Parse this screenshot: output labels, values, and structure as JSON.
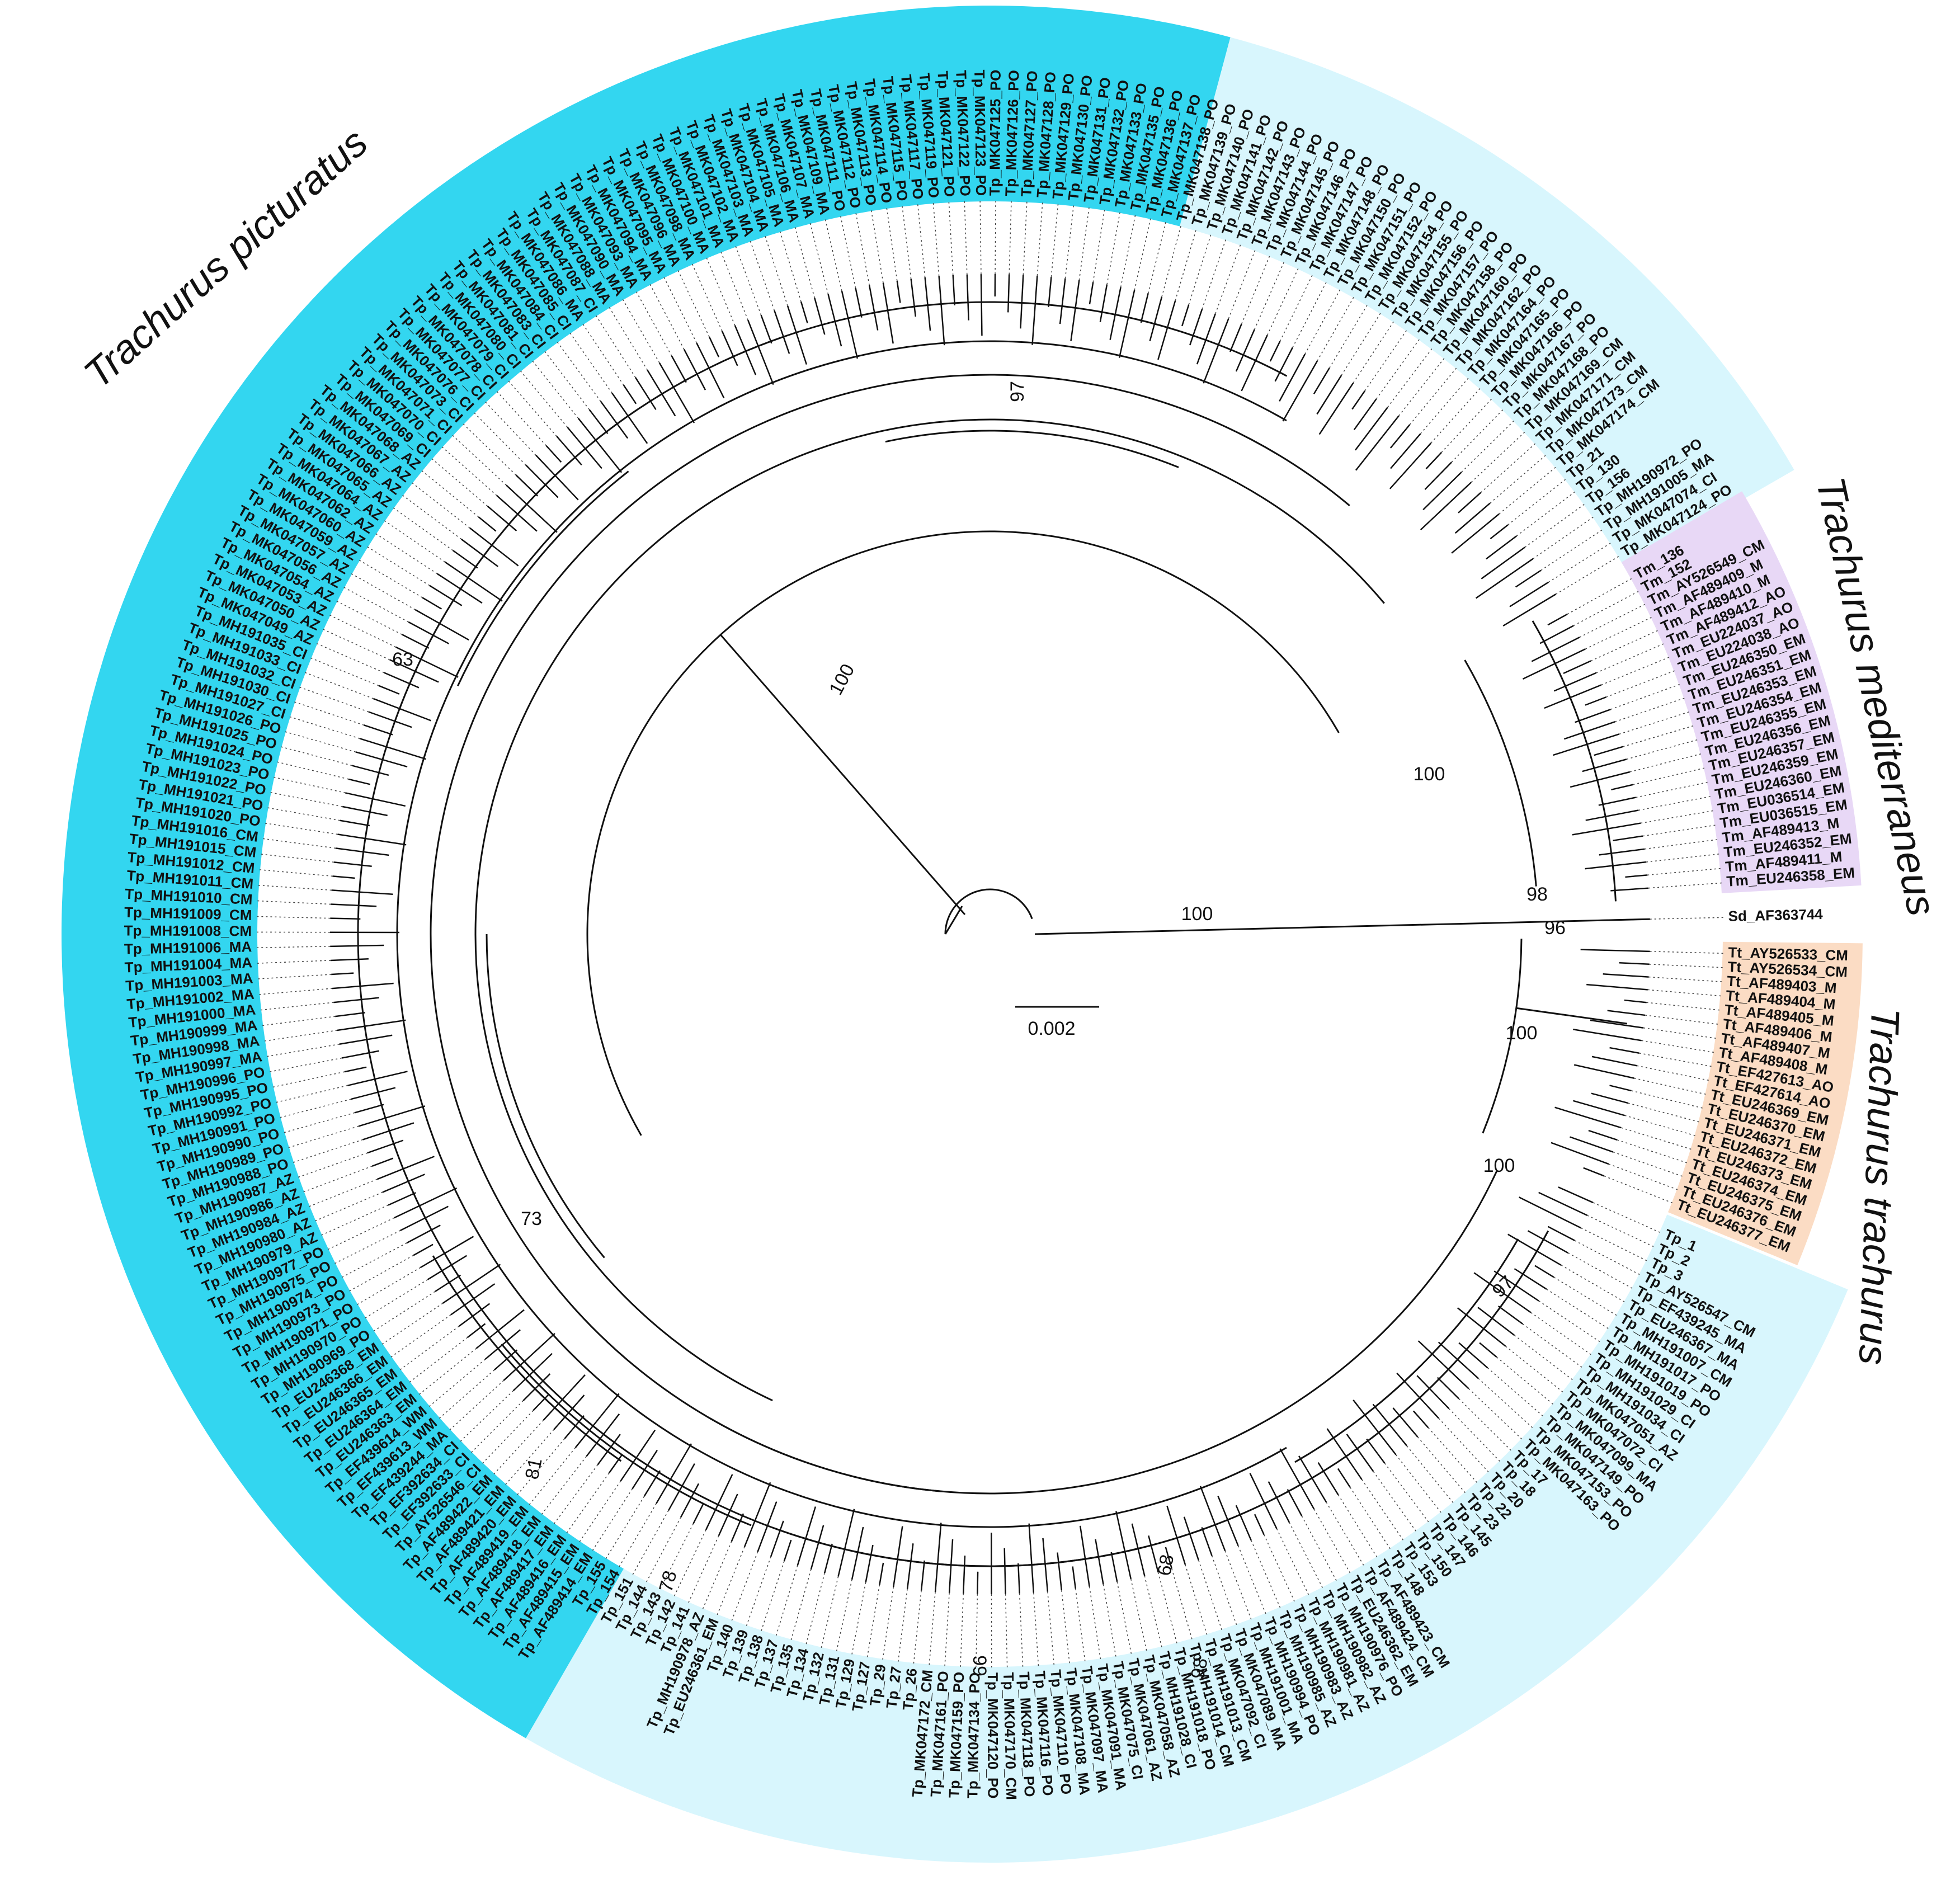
{
  "chart_data": {
    "type": "circular-phylogenetic-tree",
    "clades": [
      {
        "name": "Trachurus picturatus",
        "color": "#33d6f0",
        "light_color": "#d8f6fd"
      },
      {
        "name": "Trachurus mediterraneus",
        "color": "#e8d8f6"
      },
      {
        "name": "Trachurus trachurus",
        "color": "#fbdcc4"
      }
    ],
    "scale_bar": {
      "label": "0.002"
    },
    "bootstrap_values": [
      "100",
      "100",
      "100",
      "100",
      "100",
      "100",
      "97",
      "97",
      "98",
      "96",
      "98",
      "63",
      "73",
      "81",
      "78",
      "68",
      "99"
    ],
    "outgroup": "Sd_AF363744",
    "tm_labels": [
      "Tm_136",
      "Tm_152",
      "Tm_AY526549_CM",
      "Tm_AF489409_M",
      "Tm_AF489410_M",
      "Tm_AF489412_AO",
      "Tm_EU224037_AO",
      "Tm_EU224038_AO",
      "Tm_EU246350_EM",
      "Tm_EU246351_EM",
      "Tm_EU246353_EM",
      "Tm_EU246354_EM",
      "Tm_EU246355_EM",
      "Tm_EU246356_EM",
      "Tm_EU246357_EM",
      "Tm_EU246359_EM",
      "Tm_EU246360_EM",
      "Tm_EU036514_EM",
      "Tm_EU036515_EM",
      "Tm_AF489413_M",
      "Tm_EU246352_EM",
      "Tm_AF489411_M",
      "Tm_EU246358_EM"
    ],
    "tt_labels": [
      "Tt_AY526533_CM",
      "Tt_AY526534_CM",
      "Tt_AF489403_M",
      "Tt_AF489404_M",
      "Tt_AF489405_M",
      "Tt_AF489406_M",
      "Tt_AF489407_M",
      "Tt_AF489408_M",
      "Tt_EF427613_AO",
      "Tt_EF427614_AO",
      "Tt_EU246369_EM",
      "Tt_EU246370_EM",
      "Tt_EU246371_EM",
      "Tt_EU246372_EM",
      "Tt_EU246373_EM",
      "Tt_EU246374_EM",
      "Tt_EU246375_EM",
      "Tt_EU246376_EM",
      "Tt_EU246377_EM"
    ],
    "tp_labels": [
      "Tp_1",
      "Tp_2",
      "Tp_3",
      "Tp_AY526547_CM",
      "Tp_EF439245_MA",
      "Tp_EU246367_MA",
      "Tp_MH191007_CM",
      "Tp_MH191017_PO",
      "Tp_MH191019_PO",
      "Tp_MH191029_CI",
      "Tp_MH191034_CI",
      "Tp_MK047051_AZ",
      "Tp_MK047072_CI",
      "Tp_MK047099_MA",
      "Tp_MK047149_PO",
      "Tp_MK047153_PO",
      "Tp_MK047163_PO",
      "Tp_17",
      "Tp_18",
      "Tp_20",
      "Tp_22",
      "Tp_23",
      "Tp_145",
      "Tp_146",
      "Tp_147",
      "Tp_150",
      "Tp_153",
      "Tp_148",
      "Tp_AF489423_CM",
      "Tp_AF489424_CM",
      "Tp_EU246362_EM",
      "Tp_MH190976_PO",
      "Tp_MH190982_AZ",
      "Tp_MH190981_AZ",
      "Tp_MH190983_AZ",
      "Tp_MH190985_AZ",
      "Tp_MH190994_PO",
      "Tp_MH191001_MA",
      "Tp_MK047089_MA",
      "Tp_MK047092_CI",
      "Tp_MH191013_CM",
      "Tp_MH191014_CM",
      "Tp_MH191018_PO",
      "Tp_MH191028_CI",
      "Tp_MK047058_AZ",
      "Tp_MK047061_AZ",
      "Tp_MK047075_CI",
      "Tp_MK047091_MA",
      "Tp_MK047097_MA",
      "Tp_MK047108_MA",
      "Tp_MK047110_PO",
      "Tp_MK047116_PO",
      "Tp_MK047118_PO",
      "Tp_MK047170_CM",
      "Tp_MK047120_PO",
      "Tp_MK047134_PO",
      "Tp_MK047159_PO",
      "Tp_MK047161_PO",
      "Tp_MK047172_CM",
      "Tp_26",
      "Tp_27",
      "Tp_29",
      "Tp_127",
      "Tp_129",
      "Tp_131",
      "Tp_132",
      "Tp_134",
      "Tp_135",
      "Tp_137",
      "Tp_138",
      "Tp_139",
      "Tp_140",
      "Tp_EU246361_EM",
      "Tp_MH190978_AZ",
      "Tp_141",
      "Tp_142",
      "Tp_143",
      "Tp_144",
      "Tp_151",
      "Tp_154",
      "Tp_155",
      "Tp_AF489414_EM",
      "Tp_AF489415_EM",
      "Tp_AF489416_EM",
      "Tp_AF489417_EM",
      "Tp_AF489418_EM",
      "Tp_AF489419_EM",
      "Tp_AF489420_EM",
      "Tp_AF489421_EM",
      "Tp_AF489422_EM",
      "Tp_AY526546_CI",
      "Tp_EF392633_CI",
      "Tp_EF392634_CI",
      "Tp_EF439244_MA",
      "Tp_EF439613_WM",
      "Tp_EF439614_WM",
      "Tp_EU246363_EM",
      "Tp_EU246364_EM",
      "Tp_EU246365_EM",
      "Tp_EU246366_EM",
      "Tp_EU246368_EM",
      "Tp_MH190969_PO",
      "Tp_MH190970_PO",
      "Tp_MH190971_PO",
      "Tp_MH190973_PO",
      "Tp_MH190974_PO",
      "Tp_MH190975_PO",
      "Tp_MH190977_PO",
      "Tp_MH190979_AZ",
      "Tp_MH190980_AZ",
      "Tp_MH190984_AZ",
      "Tp_MH190986_AZ",
      "Tp_MH190987_AZ",
      "Tp_MH190988_PO",
      "Tp_MH190989_PO",
      "Tp_MH190990_PO",
      "Tp_MH190991_PO",
      "Tp_MH190992_PO",
      "Tp_MH190995_PO",
      "Tp_MH190996_PO",
      "Tp_MH190997_MA",
      "Tp_MH190998_MA",
      "Tp_MH190999_MA",
      "Tp_MH191000_MA",
      "Tp_MH191002_MA",
      "Tp_MH191003_MA",
      "Tp_MH191004_MA",
      "Tp_MH191006_MA",
      "Tp_MH191008_CM",
      "Tp_MH191009_CM",
      "Tp_MH191010_CM",
      "Tp_MH191011_CM",
      "Tp_MH191012_CM",
      "Tp_MH191015_CM",
      "Tp_MH191016_CM",
      "Tp_MH191020_PO",
      "Tp_MH191021_PO",
      "Tp_MH191022_PO",
      "Tp_MH191023_PO",
      "Tp_MH191024_PO",
      "Tp_MH191025_PO",
      "Tp_MH191026_PO",
      "Tp_MH191027_CI",
      "Tp_MH191030_CI",
      "Tp_MH191032_CI",
      "Tp_MH191033_CI",
      "Tp_MH191035_CI",
      "Tp_MK047049_AZ",
      "Tp_MK047050_AZ",
      "Tp_MK047053_AZ",
      "Tp_MK047054_AZ",
      "Tp_MK047056_AZ",
      "Tp_MK047057_AZ",
      "Tp_MK047059_AZ",
      "Tp_MK047060_AZ",
      "Tp_MK047062_AZ",
      "Tp_MK047064_AZ",
      "Tp_MK047065_AZ",
      "Tp_MK047066_AZ",
      "Tp_MK047067_AZ",
      "Tp_MK047068_AZ",
      "Tp_MK047069_CI",
      "Tp_MK047070_CI",
      "Tp_MK047071_CI",
      "Tp_MK047073_CI",
      "Tp_MK047076_CI",
      "Tp_MK047077_CI",
      "Tp_MK047078_CI",
      "Tp_MK047079_CI",
      "Tp_MK047080_CI",
      "Tp_MK047081_CI",
      "Tp_MK047083_CI",
      "Tp_MK047084_CI",
      "Tp_MK047085_CI",
      "Tp_MK047086_MA",
      "Tp_MK047087_CI",
      "Tp_MK047088_MA",
      "Tp_MK047090_MA",
      "Tp_MK047093_MA",
      "Tp_MK047094_MA",
      "Tp_MK047095_MA",
      "Tp_MK047096_MA",
      "Tp_MK047098_MA",
      "Tp_MK047100_MA",
      "Tp_MK047101_MA",
      "Tp_MK047102_MA",
      "Tp_MK047103_MA",
      "Tp_MK047104_MA",
      "Tp_MK047105_MA",
      "Tp_MK047106_MA",
      "Tp_MK047107_MA",
      "Tp_MK047109_MA",
      "Tp_MK047111_PO",
      "Tp_MK047112_PO",
      "Tp_MK047113_PO",
      "Tp_MK047114_PO",
      "Tp_MK047115_PO",
      "Tp_MK047117_PO",
      "Tp_MK047119_PO",
      "Tp_MK047121_PO",
      "Tp_MK047122_PO",
      "Tp_MK047123_PO",
      "Tp_MK047125_PO",
      "Tp_MK047126_PO",
      "Tp_MK047127_PO",
      "Tp_MK047128_PO",
      "Tp_MK047129_PO",
      "Tp_MK047130_PO",
      "Tp_MK047131_PO",
      "Tp_MK047132_PO",
      "Tp_MK047133_PO",
      "Tp_MK047135_PO",
      "Tp_MK047136_PO",
      "Tp_MK047137_PO",
      "Tp_MK047138_PO",
      "Tp_MK047139_PO",
      "Tp_MK047140_PO",
      "Tp_MK047141_PO",
      "Tp_MK047142_PO",
      "Tp_MK047143_PO",
      "Tp_MK047144_PO",
      "Tp_MK047145_PO",
      "Tp_MK047146_PO",
      "Tp_MK047147_PO",
      "Tp_MK047148_PO",
      "Tp_MK047150_PO",
      "Tp_MK047151_PO",
      "Tp_MK047152_PO",
      "Tp_MK047154_PO",
      "Tp_MK047155_PO",
      "Tp_MK047156_PO",
      "Tp_MK047157_PO",
      "Tp_MK047158_PO",
      "Tp_MK047160_PO",
      "Tp_MK047162_PO",
      "Tp_MK047164_PO",
      "Tp_MK047165_PO",
      "Tp_MK047166_PO",
      "Tp_MK047167_PO",
      "Tp_MK047168_PO",
      "Tp_MK047169_CM",
      "Tp_MK047171_CM",
      "Tp_MK047173_CM",
      "Tp_MK047174_CM",
      "Tp_21",
      "Tp_130",
      "Tp_156",
      "Tp_MH190972_PO",
      "Tp_MH191005_MA",
      "Tp_MK047074_CI",
      "Tp_MK047124_PO"
    ]
  }
}
